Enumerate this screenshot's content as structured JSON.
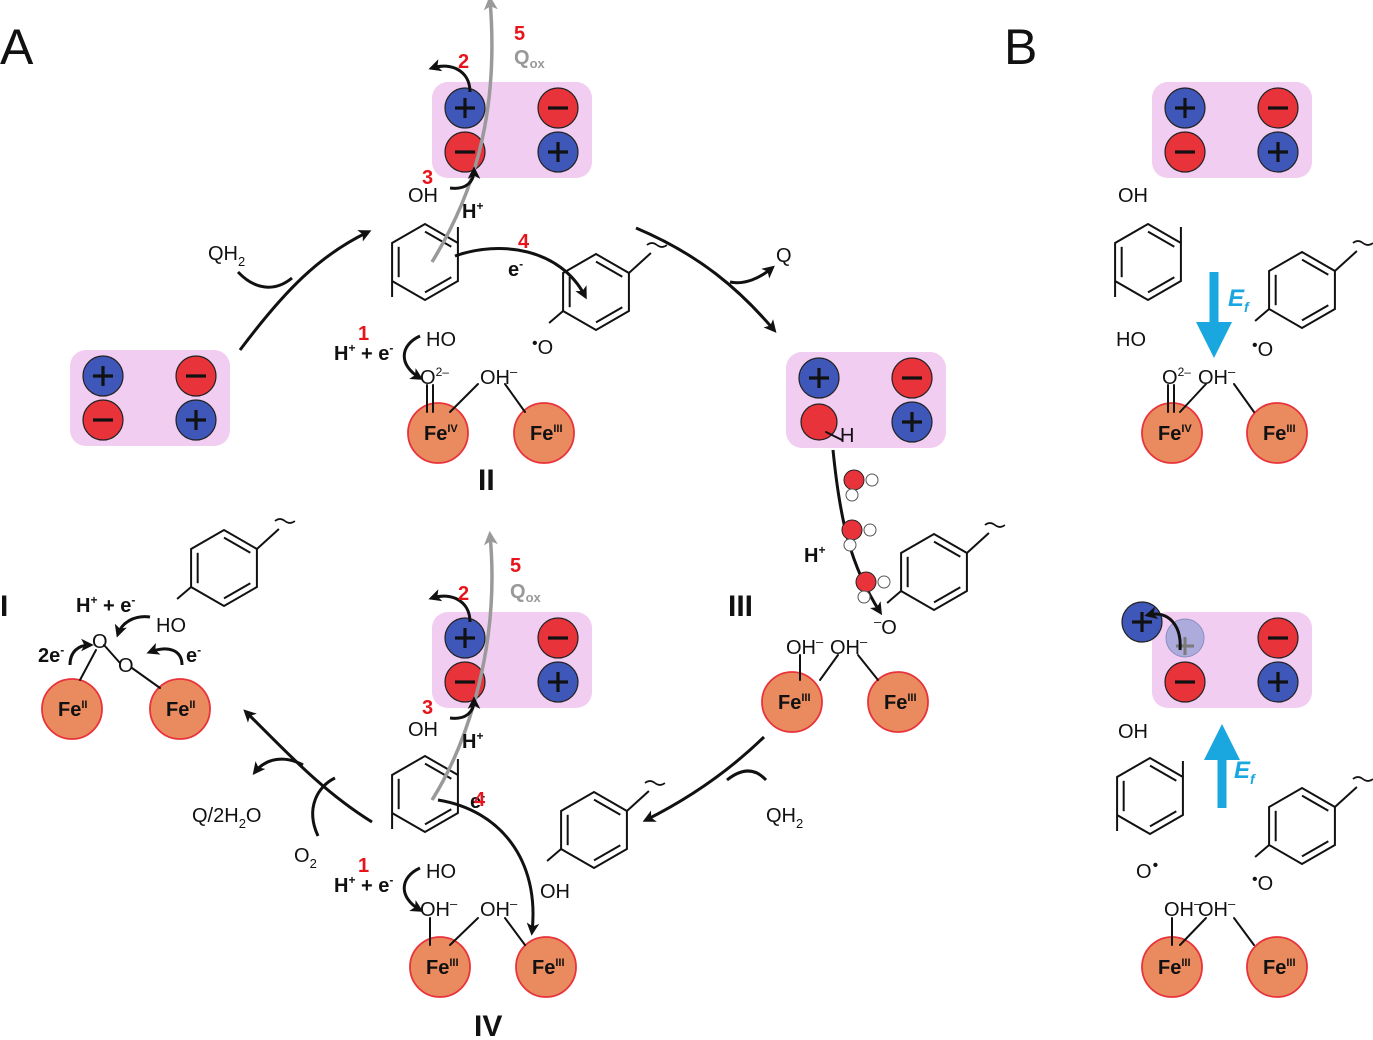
{
  "panel_labels": {
    "a": "A",
    "b": "B"
  },
  "states": {
    "I": "I",
    "II": "II",
    "III": "III",
    "IV": "IV"
  },
  "steps": {
    "s1": "1",
    "s2": "2",
    "s3": "3",
    "s4": "4",
    "s5": "5"
  },
  "species": {
    "qh2": "QH",
    "qh2_sub": "2",
    "q": "Q",
    "q2h2o_a": "Q/2H",
    "q2h2o_sub": "2",
    "q2h2o_b": "O",
    "o2": "O",
    "o2_sub": "2",
    "qox_main": "Q",
    "qox_sub": "ox"
  },
  "labels": {
    "h_plus": "H",
    "plus_sup": "+",
    "h_plus_e": "H",
    "h_plus_e_mid": " + e",
    "minus_sup": "-",
    "e_minus": "e",
    "two_e": "2e",
    "oh": "OH",
    "ho": "HO",
    "o": "O",
    "h": "H",
    "oh_minus": "OH",
    "o2_minus": "O",
    "o2_minus_sup": "2–",
    "minus_sign": "–",
    "fe": "Fe",
    "fe_ii": "II",
    "fe_iii": "III",
    "fe_iv": "IV"
  },
  "field": {
    "ef": "E",
    "ef_sub": "f"
  },
  "colors": {
    "pad": "#f2cdf2",
    "plus": "#3f57b8",
    "minus": "#e8333b",
    "fe": "#e98b5e",
    "fe_stroke": "#e8333b",
    "step": "#e8141c",
    "qox": "#9a9a9a",
    "field": "#1aa7e0"
  }
}
